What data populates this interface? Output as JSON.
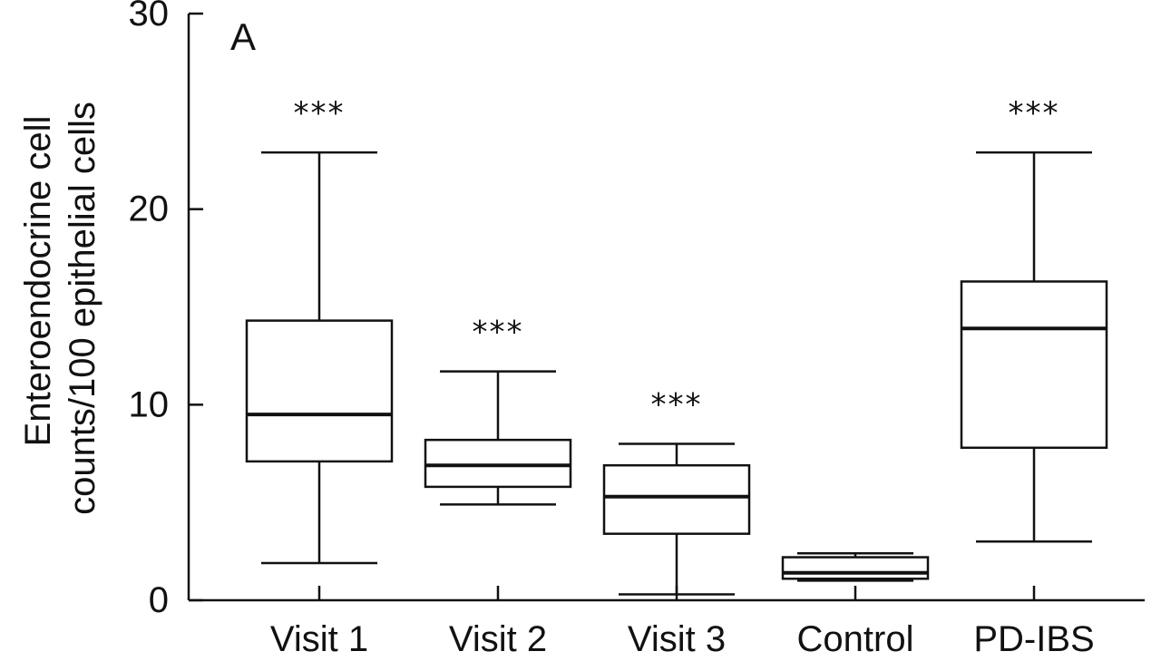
{
  "chart_data": {
    "type": "boxplot",
    "panel_label": "A",
    "ylabel_lines": [
      "Enteroendocrine cell",
      "counts/100 epithelial cells"
    ],
    "xlabel": "",
    "ylim": [
      0,
      30
    ],
    "yticks": [
      0,
      10,
      20,
      30
    ],
    "grid": false,
    "categories": [
      "Visit 1",
      "Visit 2",
      "Visit 3",
      "Control",
      "PD-IBS"
    ],
    "boxes": [
      {
        "min": 1.9,
        "q1": 7.1,
        "median": 9.5,
        "q3": 14.3,
        "max": 22.9
      },
      {
        "min": 4.9,
        "q1": 5.8,
        "median": 6.9,
        "q3": 8.2,
        "max": 11.7
      },
      {
        "min": 0.3,
        "q1": 3.4,
        "median": 5.3,
        "q3": 6.9,
        "max": 8.0
      },
      {
        "min": 1.0,
        "q1": 1.1,
        "median": 1.4,
        "q3": 2.2,
        "max": 2.4
      },
      {
        "min": 3.0,
        "q1": 7.8,
        "median": 13.9,
        "q3": 16.3,
        "max": 22.9
      }
    ],
    "significance": [
      "***",
      "***",
      "***",
      "",
      "***"
    ]
  }
}
